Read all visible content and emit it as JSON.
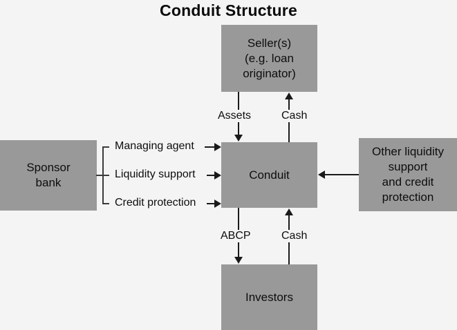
{
  "diagram": {
    "title": "Conduit Structure",
    "background_color": "#f4f4f4",
    "node_fill_color": "#999999",
    "line_color": "#1a1a1a",
    "nodes": {
      "seller": {
        "line1": "Seller(s)",
        "line2": "(e.g. loan",
        "line3": "originator)"
      },
      "conduit": {
        "label": "Conduit"
      },
      "investors": {
        "label": "Investors"
      },
      "sponsor_bank": {
        "line1": "Sponsor",
        "line2": "bank"
      },
      "other_liquidity": {
        "line1": "Other liquidity",
        "line2": "support",
        "line3": "and credit",
        "line4": "protection"
      }
    },
    "edges": {
      "seller_to_conduit": {
        "label": "Assets",
        "direction": "down"
      },
      "conduit_to_seller": {
        "label": "Cash",
        "direction": "up"
      },
      "conduit_to_investors": {
        "label": "ABCP",
        "direction": "down"
      },
      "investors_to_conduit": {
        "label": "Cash",
        "direction": "up"
      },
      "sponsor_managing_agent": {
        "label": "Managing agent",
        "direction": "right"
      },
      "sponsor_liquidity_support": {
        "label": "Liquidity support",
        "direction": "right"
      },
      "sponsor_credit_protection": {
        "label": "Credit protection",
        "direction": "right"
      },
      "other_liquidity_to_conduit": {
        "label": "",
        "direction": "left"
      }
    }
  }
}
